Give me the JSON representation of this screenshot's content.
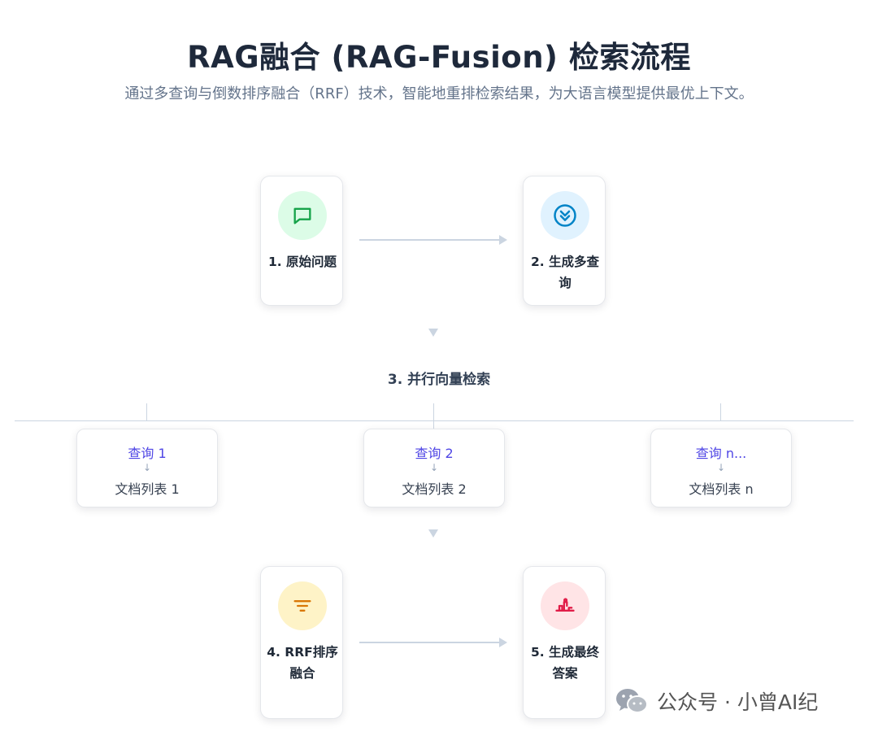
{
  "title": "RAG融合 (RAG-Fusion) 检索流程",
  "subtitle": "通过多查询与倒数排序融合（RRF）技术，智能地重排检索结果，为大语言模型提供最优上下文。",
  "steps": [
    {
      "label": "1. 原始问题",
      "icon": "message-square-icon",
      "icon_color": "#16a34a",
      "bg_color": "#dcfce7"
    },
    {
      "label": "2. 生成多查询",
      "icon": "double-chevron-down-icon",
      "icon_color": "#0284c7",
      "bg_color": "#e0f2fe"
    },
    {
      "label": "3. 并行向量检索"
    },
    {
      "label": "4. RRF排序融合",
      "icon": "filter-lines-icon",
      "icon_color": "#d97706",
      "bg_color": "#fef3c7"
    },
    {
      "label": "5. 生成最终答案",
      "icon": "brain-circuit-icon",
      "icon_color": "#e11d48",
      "bg_color": "#ffe4e6"
    }
  ],
  "queries": [
    {
      "query": "查询 1",
      "arrow": "↓",
      "docs": "文档列表 1"
    },
    {
      "query": "查询 2",
      "arrow": "↓",
      "docs": "文档列表 2"
    },
    {
      "query": "查询 n...",
      "arrow": "↓",
      "docs": "文档列表 n"
    }
  ],
  "watermark": {
    "text": "公众号 · 小曾AI纪",
    "icon": "wechat-icon"
  }
}
